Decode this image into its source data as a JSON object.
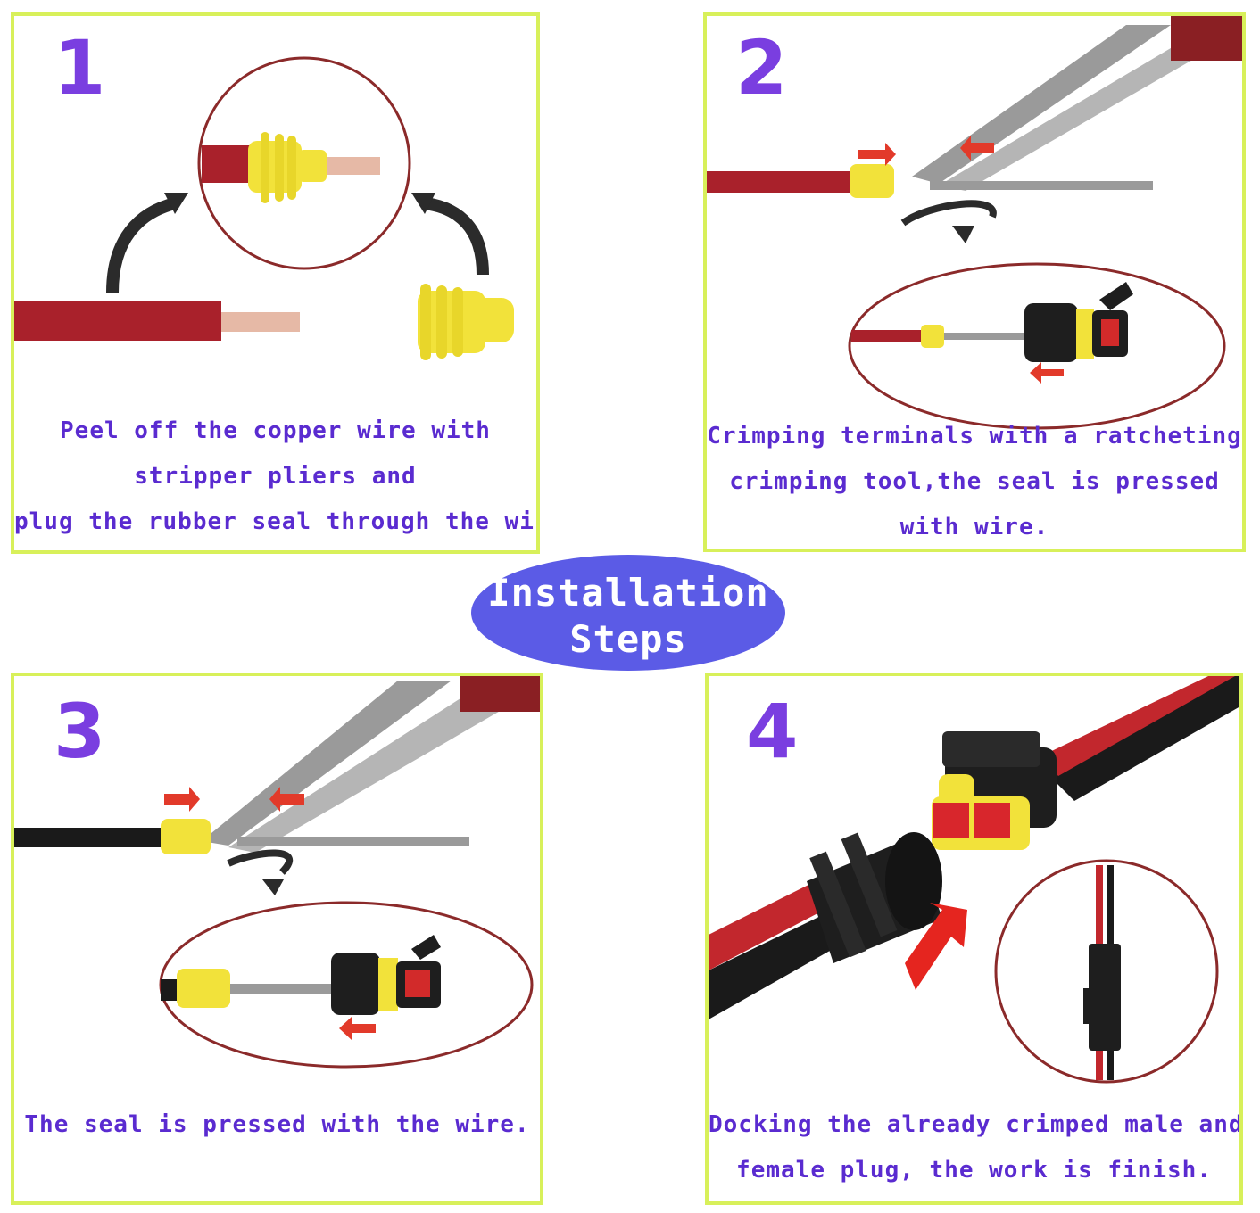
{
  "center_badge": {
    "line1": "Installation",
    "line2": "Steps",
    "color": "#5b5be6"
  },
  "colors": {
    "border": "#d8f05a",
    "number": "#7a3ee0",
    "caption": "#5a2bd0",
    "wire_red": "#b3262e",
    "seal": "#f2e23a"
  },
  "steps": [
    {
      "number": "1",
      "caption": [
        "Peel off the copper wire with",
        "stripper pliers and",
        "plug the rubber seal through the wire."
      ]
    },
    {
      "number": "2",
      "caption": [
        "Crimping terminals with a ratcheting",
        "crimping tool,the seal is pressed",
        "with wire."
      ]
    },
    {
      "number": "3",
      "caption": [
        "The seal is pressed with the wire."
      ]
    },
    {
      "number": "4",
      "caption": [
        "Docking the already crimped male and",
        "female plug, the work is finish."
      ]
    }
  ]
}
